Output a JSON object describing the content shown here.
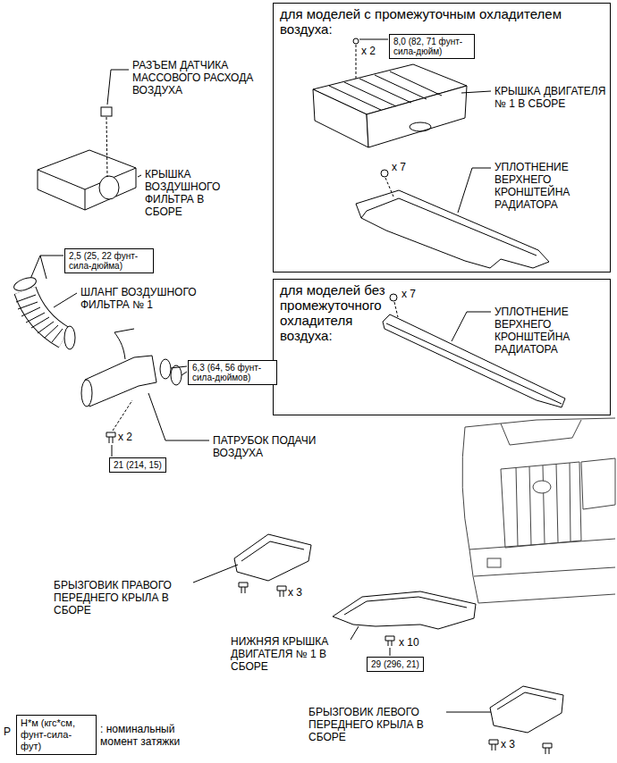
{
  "diagram": {
    "nodes": [
      {
        "text": [
          "для моделей с промежуточным охладителем воздуха:"
        ]
      },
      {
        "text": [
          "8,0 (82, 71 фунт-сила-дюйм)"
        ],
        "in": 0
      },
      {
        "text": [
          "2,5 (25, 22 фунт-сила-дюйма)"
        ]
      },
      {
        "text": [
          "для моделей без промежуточного охладителя воздуха:"
        ]
      },
      {
        "text": [
          "6,3 (64, 56 фунт-сила-дюймов)"
        ]
      },
      {
        "text": [
          "21 (214, 15)"
        ]
      },
      {
        "text": [
          "29 (296, 21)"
        ]
      },
      {
        "text": [
          "Н*м (кгс*см, фунт-сила-фут)"
        ]
      }
    ],
    "labels": [
      "РАЗЪЕМ ДАТЧИКА МАССОВОГО РАСХОДА ВОЗДУХА",
      "x 2",
      "КРЫШКА ДВИГАТЕЛЯ № 1 В СБОРЕ",
      "x 7",
      "УПЛОТНЕНИЕ ВЕРХНЕГО КРОНШТЕЙНА РАДИАТОРА",
      "КРЫШКА ВОЗДУШНОГО ФИЛЬТРА В СБОРЕ",
      "ШЛАНГ ВОЗДУШНОГО ФИЛЬТРА № 1",
      "x 7",
      "УПЛОТНЕНИЕ ВЕРХНЕГО КРОНШТЕЙНА РАДИАТОРА",
      "x 2",
      "ПАТРУБОК ПОДАЧИ ВОЗДУХА",
      "БРЫЗГОВИК ПРАВОГО ПЕРЕДНЕГО КРЫЛА В СБОРЕ",
      "x 3",
      "НИЖНЯЯ КРЫШКА ДВИГАТЕЛЯ № 1 В СБОРЕ",
      "x 10",
      "БРЫЗГОВИК ЛЕВОГО ПЕРЕДНЕГО КРЫЛА В СБОРЕ",
      "x 3",
      ": номинальный момент затяжки",
      "P"
    ]
  }
}
